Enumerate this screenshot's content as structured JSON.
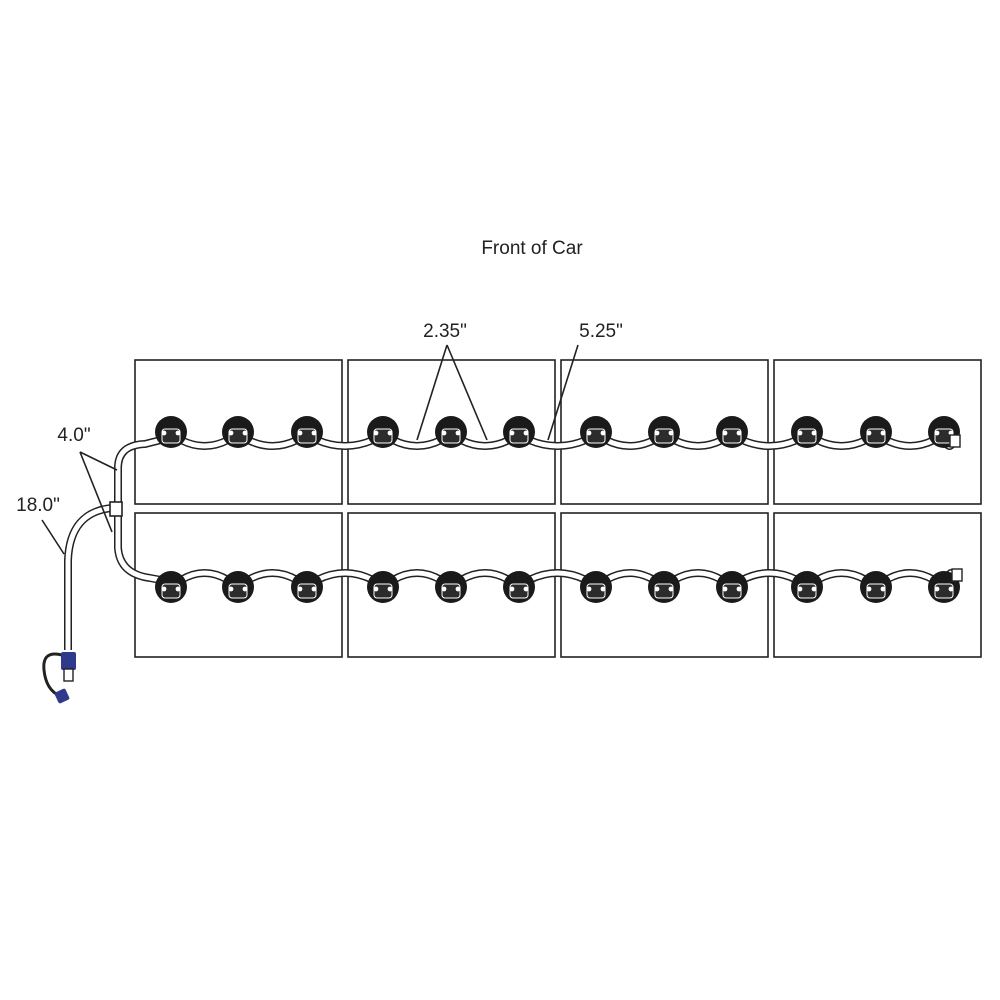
{
  "header": {
    "title": "Front of Car"
  },
  "dimensions": {
    "post_spacing": "2.35\"",
    "battery_link": "5.25\"",
    "tee_branch": "4.0\"",
    "feed_line": "18.0\""
  },
  "layout": {
    "battery_rows": 2,
    "battery_columns": 4,
    "posts_per_battery": 3
  },
  "colors": {
    "line": "#222222",
    "cap": "#1a1a1a",
    "connector": "#2f3a8c"
  },
  "icons": {
    "cap": "watering-cap-icon",
    "connector": "quick-connect-icon",
    "tee": "tee-fitting-icon"
  }
}
